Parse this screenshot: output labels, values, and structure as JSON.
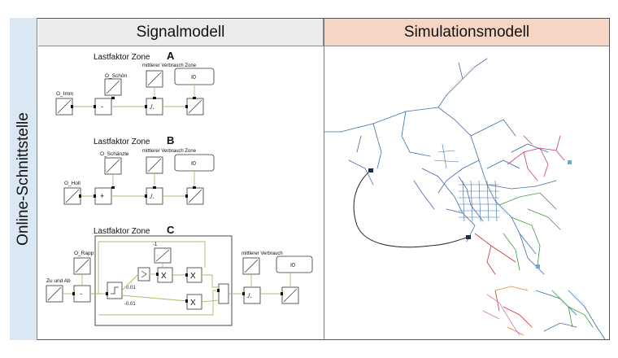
{
  "side_label": "Online-Schnittstelle",
  "headers": {
    "signal": "Signalmodell",
    "simulation": "Simulationsmodell"
  },
  "zones": {
    "a": {
      "title": "Lastfaktor Zone",
      "letter": "A",
      "source": "O_Schön",
      "input": "O_Imm",
      "op1": "-",
      "op2": "./.",
      "display_label": "mittlerer Verbrauch Zone",
      "display_value": "I0"
    },
    "b": {
      "title": "Lastfaktor Zone",
      "letter": "B",
      "source": "O_Schänzle",
      "input": "O_Holl",
      "op1": "+",
      "op2": "./.",
      "display_label": "mittlerer Verbrauch Zone",
      "display_value": "I0"
    },
    "c": {
      "title": "Lastfaktor Zone",
      "letter": "C",
      "input": "Zu und Ab",
      "source": "O_Rapp",
      "op1": "-",
      "const": "-1",
      "mul1": "X",
      "mul2": "X",
      "upper": "0.01",
      "lower": "-0.01",
      "op2": "./.",
      "display_label": "mittlerer Verbrauch",
      "display_value": "I0"
    }
  }
}
